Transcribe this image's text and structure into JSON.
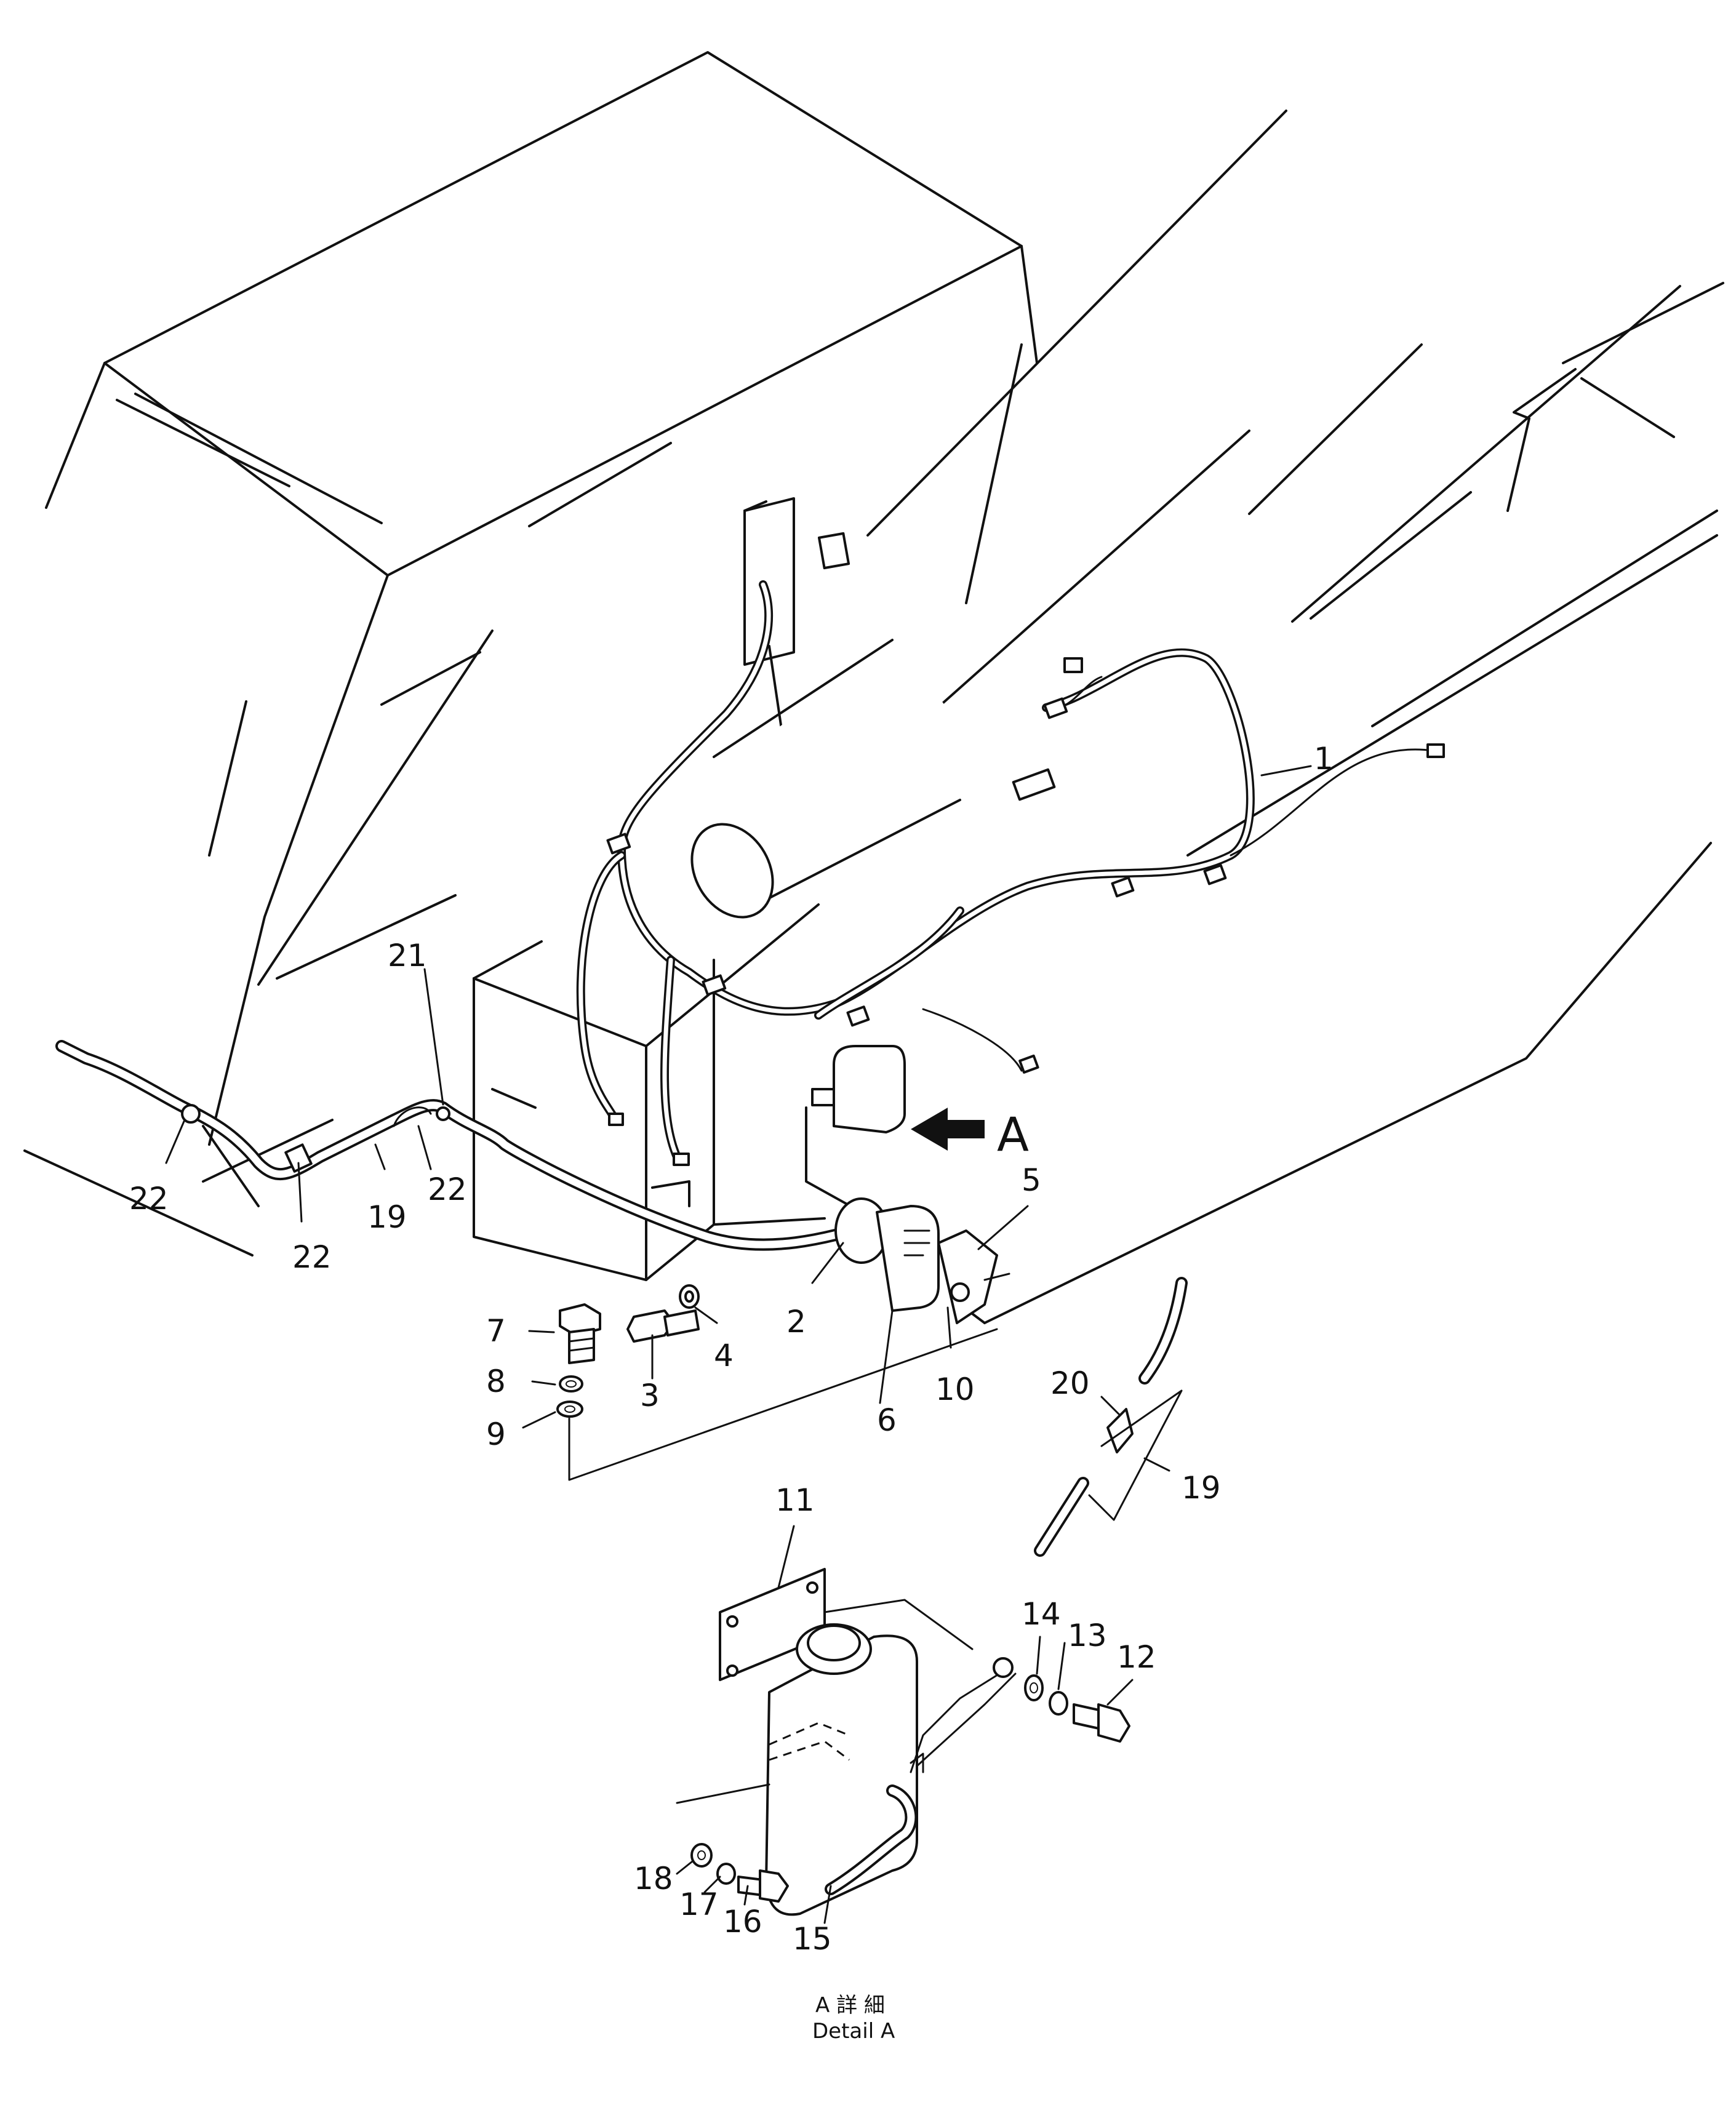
{
  "callouts": {
    "c1": "1",
    "c2": "2",
    "c3": "3",
    "c4": "4",
    "c5": "5",
    "c6": "6",
    "c7": "7",
    "c8": "8",
    "c9": "9",
    "c10": "10",
    "c11": "11",
    "c12": "12",
    "c13": "13",
    "c14": "14",
    "c15": "15",
    "c16": "16",
    "c17": "17",
    "c18": "18",
    "c19a": "19",
    "c19b": "19",
    "c20": "20",
    "c21": "21",
    "c22a": "22",
    "c22b": "22",
    "c22c": "22"
  },
  "view_marker": "A",
  "caption": {
    "japanese": "A 詳 細",
    "english": "Detail A"
  }
}
